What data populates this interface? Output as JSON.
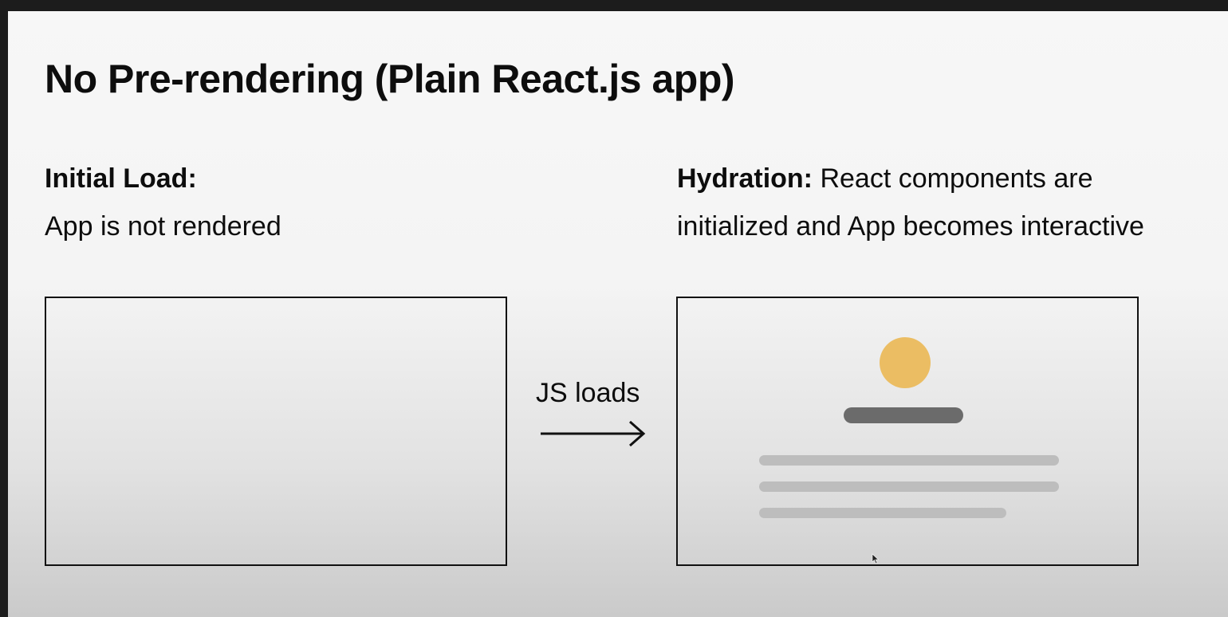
{
  "slide": {
    "title": "No Pre-rendering (Plain React.js app)",
    "left": {
      "heading": "Initial Load:",
      "text": "App is not rendered"
    },
    "right": {
      "heading": "Hydration:",
      "text_line1": " React components are",
      "text_line2": "initialized and App becomes interactive"
    },
    "arrow_label": "JS loads"
  },
  "colors": {
    "avatar": "#ebbd63",
    "title_bar": "#6b6b6b",
    "text_lines": "#bdbdbd",
    "frame_border": "#111111"
  },
  "icons": {
    "arrow": "right-arrow-icon",
    "avatar": "avatar-circle",
    "cursor": "mouse-cursor-icon"
  }
}
